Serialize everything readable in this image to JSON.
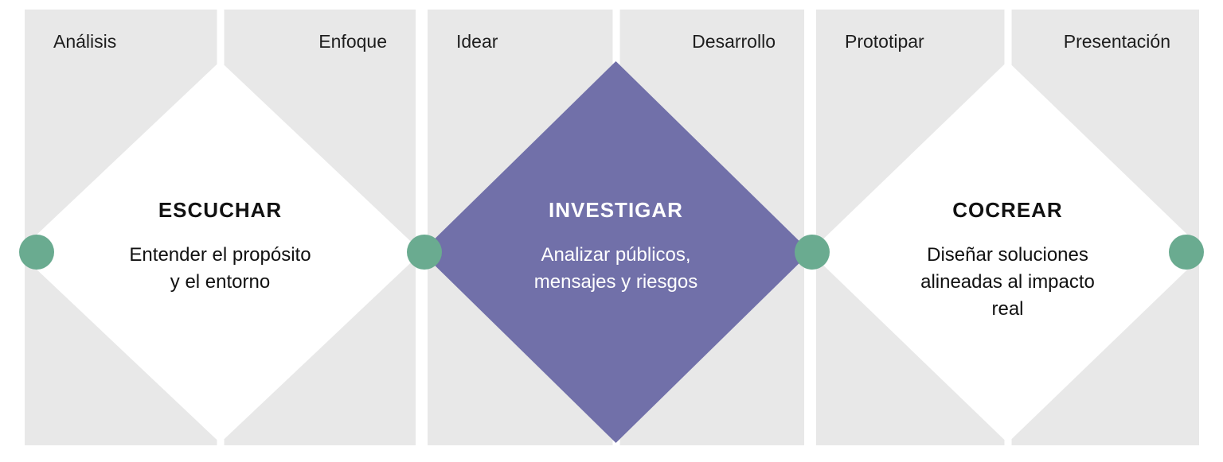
{
  "diagram": {
    "type": "triple-diamond-process",
    "colors": {
      "panel_bg": "#e8e8e8",
      "diamond_purple": "#7170a9",
      "dot_green": "#6aab90",
      "text_dark": "#1e1e1e",
      "text_light": "#ffffff"
    },
    "panels": [
      {
        "top_left_label": "Análisis",
        "top_right_label": "Enfoque",
        "diamond": {
          "title": "ESCUCHAR",
          "description_lines": [
            "Entender el propósito",
            "y el entorno"
          ],
          "fill": "white"
        }
      },
      {
        "top_left_label": "Idear",
        "top_right_label": "Desarrollo",
        "diamond": {
          "title": "INVESTIGAR",
          "description_lines": [
            "Analizar públicos,",
            "mensajes y riesgos"
          ],
          "fill": "purple"
        }
      },
      {
        "top_left_label": "Prototipar",
        "top_right_label": "Presentación",
        "diamond": {
          "title": "COCREAR",
          "description_lines": [
            "Diseñar soluciones",
            "alineadas al impacto",
            "real"
          ],
          "fill": "white"
        }
      }
    ],
    "connector_dots": 4
  }
}
